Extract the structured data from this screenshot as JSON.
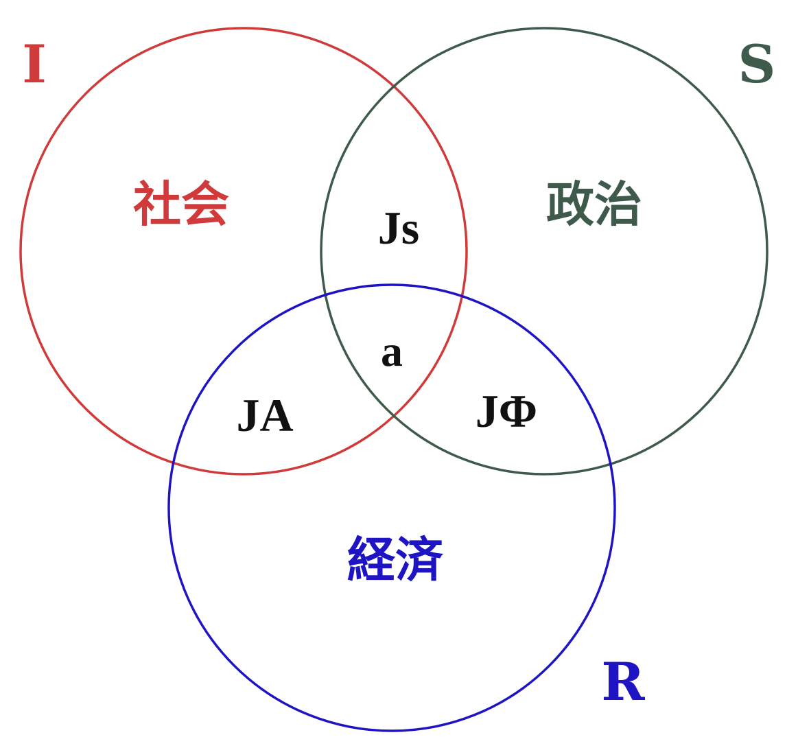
{
  "colors": {
    "I": "#d03a3a",
    "S": "#3e5a4a",
    "R": "#1e14c4",
    "center": "#111111"
  },
  "sets": {
    "I": {
      "letter": "I",
      "label": "社会"
    },
    "S": {
      "letter": "S",
      "label": "政治"
    },
    "R": {
      "letter": "R",
      "label": "経済"
    }
  },
  "intersections": {
    "I_S": "Js",
    "I_R": "JA",
    "S_R": "JΦ",
    "I_S_R": "a"
  }
}
